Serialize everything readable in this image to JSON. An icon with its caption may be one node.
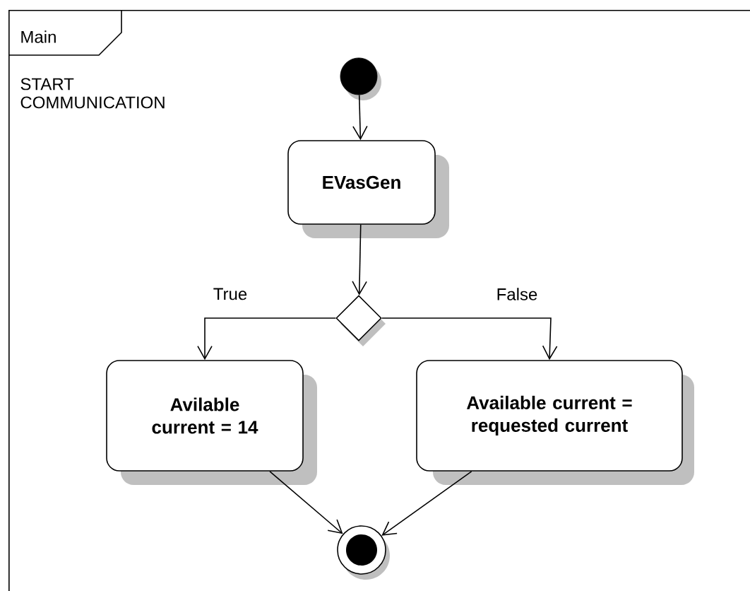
{
  "diagram": {
    "nodes": [
      {
        "text": [
          "Main"
        ]
      },
      {
        "text": [],
        "shape": "circle",
        "in": 0
      },
      {
        "text": [
          "EVasGen"
        ],
        "in": 0
      },
      {
        "text": [],
        "shape": "diamond",
        "in": 0
      },
      {
        "text": [
          "Avilable current = 14"
        ],
        "in": 0
      },
      {
        "text": [
          "Available current = requested current"
        ],
        "in": 0
      },
      {
        "text": [],
        "shape": "circle",
        "in": 0
      }
    ],
    "edges": [
      {
        "from": 1,
        "to": 2,
        "arrow": "to"
      },
      {
        "from": 2,
        "to": 3,
        "arrow": "to"
      },
      {
        "from": 3,
        "to": 4,
        "arrow": "to",
        "label": "True"
      },
      {
        "from": 3,
        "to": 5,
        "arrow": "to",
        "label": "False"
      },
      {
        "from": 4,
        "to": 6,
        "arrow": "to"
      },
      {
        "from": 5,
        "to": 6,
        "arrow": "to"
      }
    ],
    "labels": [
      "START COMMUNICATION"
    ]
  }
}
